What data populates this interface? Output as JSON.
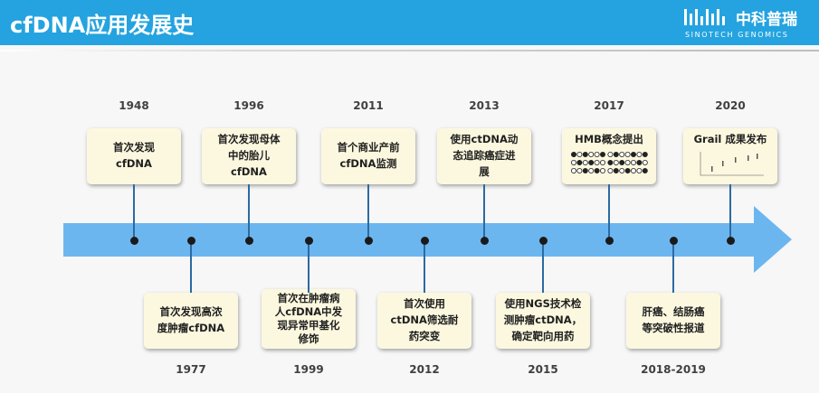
{
  "header": {
    "title": "cfDNA应用发展史",
    "logo_cn": "中科普瑞",
    "logo_en": "SINOTECH GENOMICS"
  },
  "colors": {
    "header": "#24a3e0",
    "arrow": "#6cb6f0",
    "box": "#fcf8df",
    "connector": "#2d6aa0"
  },
  "timeline": {
    "top": [
      {
        "year": "1948",
        "lines": [
          "首次发现",
          "cfDNA"
        ]
      },
      {
        "year": "1996",
        "lines": [
          "首次发现母体",
          "中的胎儿",
          "cfDNA"
        ]
      },
      {
        "year": "2011",
        "lines": [
          "首个商业产前",
          "cfDNA监测"
        ]
      },
      {
        "year": "2013",
        "lines": [
          "使用ctDNA动",
          "态追踪癌症进",
          "展"
        ]
      },
      {
        "year": "2017",
        "lines": [
          "HMB概念提出"
        ],
        "figure": "methylation-pattern"
      },
      {
        "year": "2020",
        "lines": [
          "Grail 成果发布"
        ],
        "figure": "scatter-plot"
      }
    ],
    "bottom": [
      {
        "year": "1977",
        "lines": [
          "首次发现高浓",
          "度肿瘤cfDNA"
        ]
      },
      {
        "year": "1999",
        "lines": [
          "首次在肿瘤病",
          "人cfDNA中发",
          "现异常甲基化",
          "修饰"
        ]
      },
      {
        "year": "2012",
        "lines": [
          "首次使用",
          "ctDNA筛选耐",
          "药突变"
        ]
      },
      {
        "year": "2015",
        "lines": [
          "使用NGS技术检",
          "测肿瘤ctDNA，",
          "确定靶向用药"
        ]
      },
      {
        "year": "2018-2019",
        "lines": [
          "肝癌、结肠癌",
          "等突破性报道"
        ]
      }
    ]
  }
}
